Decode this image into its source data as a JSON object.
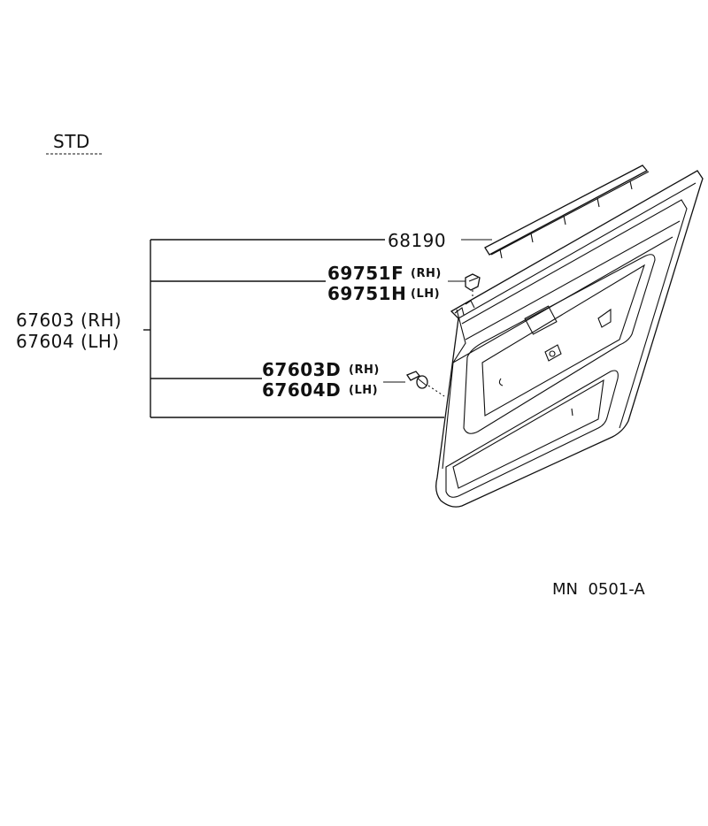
{
  "variant_label": "STD",
  "parts": [
    {
      "number": "68190"
    },
    {
      "number": "69751F",
      "side": "(RH)"
    },
    {
      "number": "69751H",
      "side": "(LH)"
    },
    {
      "number": "67603",
      "side": "(RH)"
    },
    {
      "number": "67604",
      "side": "(LH)"
    },
    {
      "number": "67603D",
      "side": "(RH)"
    },
    {
      "number": "67604D",
      "side": "(LH)"
    }
  ],
  "diagram_code": "MN  0501-A"
}
